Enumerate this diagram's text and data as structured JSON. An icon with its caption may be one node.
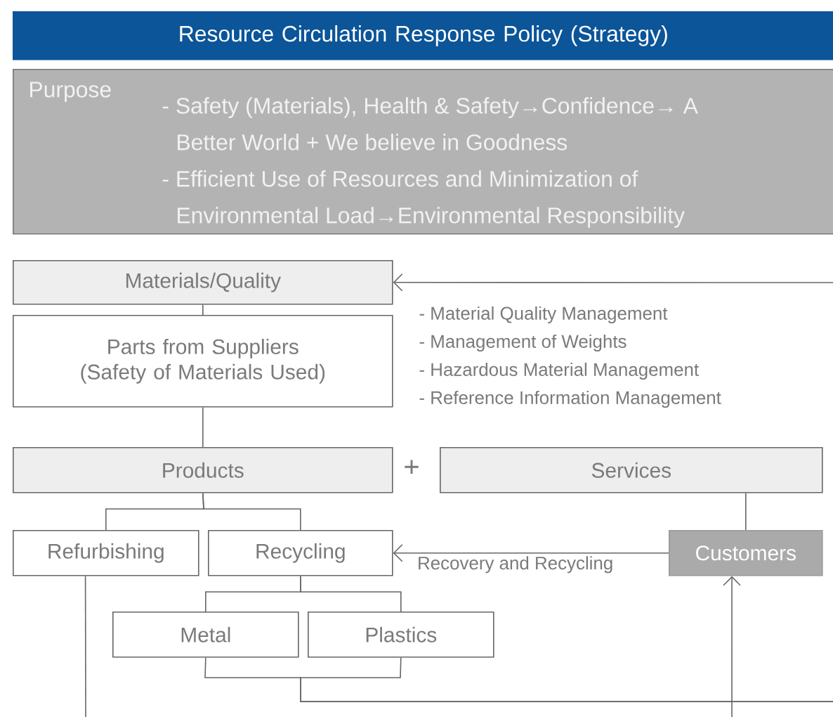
{
  "diagram": {
    "nodes": [
      {
        "text": [
          "Resource Circulation Response Policy (Strategy)"
        ]
      },
      {
        "text": [
          "Purpose",
          "- Safety (Materials), Health & Safety→Confidence→ A Better World + We believe in Goodness",
          "- Efficient Use of Resources and Minimization of Environmental Load→Environmental Responsibility"
        ]
      },
      {
        "text": [
          "Materials/Quality"
        ]
      },
      {
        "text": [
          "Parts from Suppliers (Safety of Materials Used)"
        ]
      },
      {
        "text": [
          "Products"
        ]
      },
      {
        "text": [
          "Services"
        ]
      },
      {
        "text": [
          "Refurbishing"
        ]
      },
      {
        "text": [
          "Recycling"
        ]
      },
      {
        "text": [
          "Customers"
        ]
      },
      {
        "text": [
          "Metal"
        ]
      },
      {
        "text": [
          "Plastics"
        ]
      }
    ],
    "edges": [
      {
        "from": null,
        "to": 2,
        "arrow": "to"
      },
      {
        "from": 2,
        "to": 3,
        "arrow": "none"
      },
      {
        "from": 3,
        "to": 4,
        "arrow": "none"
      },
      {
        "from": 4,
        "to": 6,
        "arrow": "none"
      },
      {
        "from": 4,
        "to": 7,
        "arrow": "none"
      },
      {
        "from": 5,
        "to": 8,
        "arrow": "none"
      },
      {
        "from": 8,
        "to": 7,
        "arrow": "to",
        "label": "Recovery and Recycling"
      },
      {
        "from": 7,
        "to": 9,
        "arrow": "none"
      },
      {
        "from": 7,
        "to": 10,
        "arrow": "none"
      },
      {
        "from": 9,
        "to": null,
        "arrow": "none"
      },
      {
        "from": 10,
        "to": null,
        "arrow": "none"
      },
      {
        "from": 6,
        "to": null,
        "arrow": "none"
      },
      {
        "from": null,
        "to": 8,
        "arrow": "to"
      }
    ],
    "labels": [
      "- Material Quality Management",
      "- Management of Weights",
      "- Hazardous Material Management",
      "- Reference Information Management",
      "+"
    ]
  }
}
